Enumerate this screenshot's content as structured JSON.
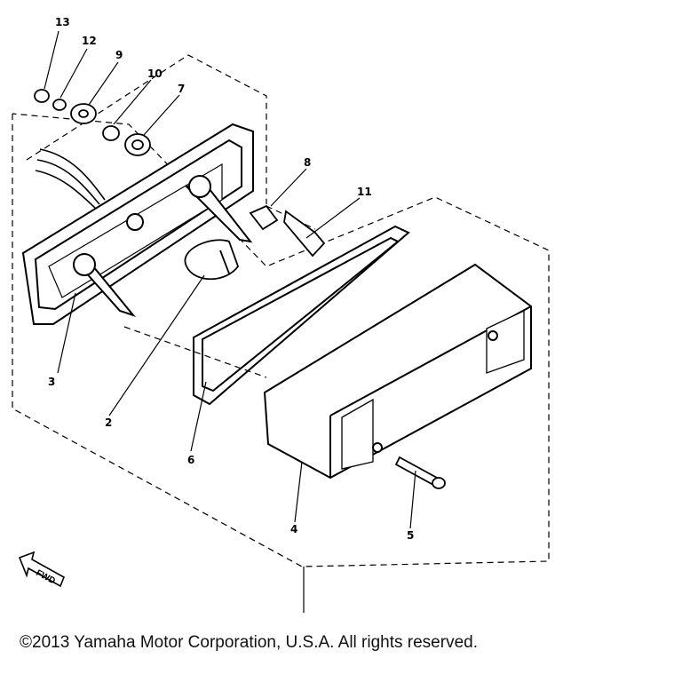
{
  "diagram": {
    "callouts": [
      {
        "id": "13",
        "label": "13"
      },
      {
        "id": "12",
        "label": "12"
      },
      {
        "id": "9",
        "label": "9"
      },
      {
        "id": "10",
        "label": "10"
      },
      {
        "id": "7",
        "label": "7"
      },
      {
        "id": "8",
        "label": "8"
      },
      {
        "id": "11",
        "label": "11"
      },
      {
        "id": "3",
        "label": "3"
      },
      {
        "id": "2",
        "label": "2"
      },
      {
        "id": "6",
        "label": "6"
      },
      {
        "id": "4",
        "label": "4"
      },
      {
        "id": "5",
        "label": "5"
      }
    ],
    "direction_label": "FWD"
  },
  "footer": {
    "copyright": "©2013 Yamaha Motor Corporation, U.S.A. All rights reserved."
  },
  "colors": {
    "line": "#000000",
    "background": "#ffffff"
  }
}
